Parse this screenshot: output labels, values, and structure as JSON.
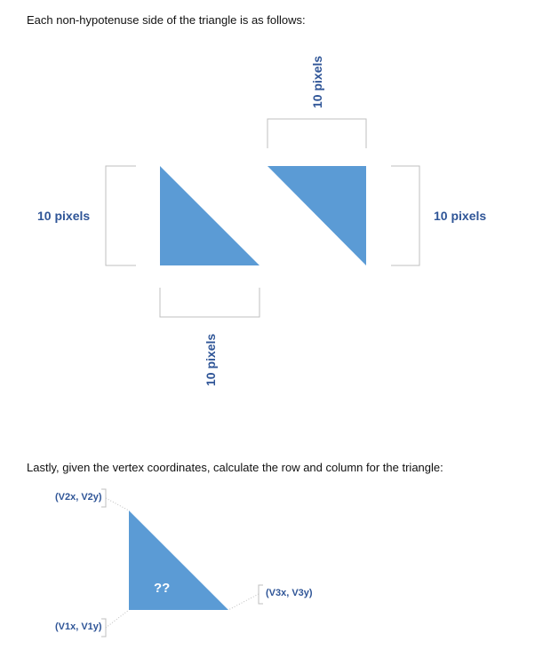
{
  "intro_text": "Each non-hypotenuse side of the triangle is as follows:",
  "dimension_label": "10 pixels",
  "second_text": "Lastly, given the vertex coordinates, calculate the row and column for the triangle:",
  "vertex_labels": {
    "v1": "(V1x, V1y)",
    "v2": "(V2x, V2y)",
    "v3": "(V3x, V3y)"
  },
  "unknown_label": "??",
  "colors": {
    "triangle_fill": "#5b9bd5",
    "label_text": "#2f5597",
    "bracket_line": "#bfbfbf"
  }
}
